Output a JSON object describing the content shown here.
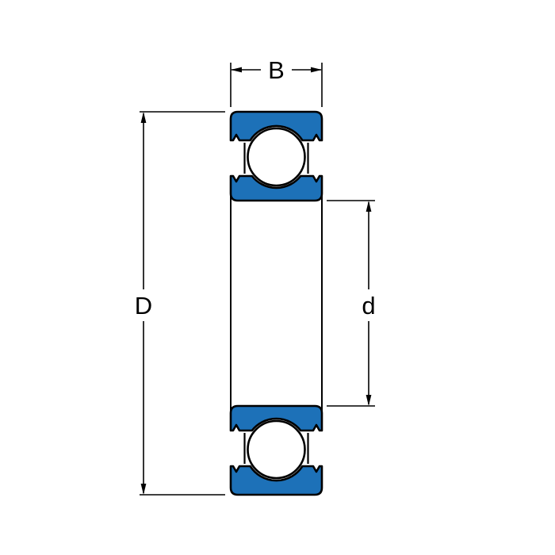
{
  "dimension_labels": {
    "width": "B",
    "outer_diameter": "D",
    "bore_diameter": "d"
  },
  "colors": {
    "ring_fill": "#1d71b8",
    "ball_fill": "#ffffff",
    "line": "#000000",
    "background": "#ffffff"
  }
}
